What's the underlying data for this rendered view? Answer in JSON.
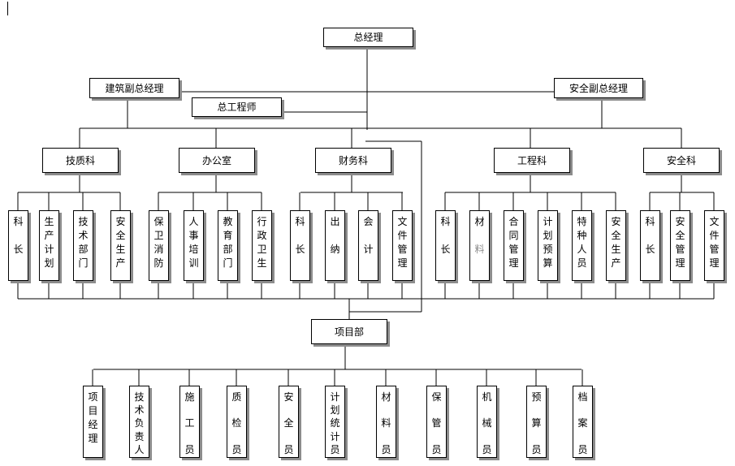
{
  "top": {
    "ceo": "总经理",
    "vp_construction": "建筑副总经理",
    "vp_safety": "安全副总经理",
    "chief_engineer": "总工程师"
  },
  "departments": [
    {
      "name": "技质科",
      "subs": [
        {
          "text": "科长",
          "spaced": true
        },
        {
          "text": "生产计划"
        },
        {
          "text": "技术部门"
        },
        {
          "text": "安全生产"
        }
      ]
    },
    {
      "name": "办公室",
      "subs": [
        {
          "text": "保卫消防"
        },
        {
          "text": "人事培训"
        },
        {
          "text": "教育部门"
        },
        {
          "text": "行政卫生"
        }
      ]
    },
    {
      "name": "财务科",
      "subs": [
        {
          "text": "科长",
          "spaced": true
        },
        {
          "text": "出纳",
          "spaced": true
        },
        {
          "text": "会计",
          "spaced": true
        },
        {
          "text": "文件管理"
        }
      ]
    },
    {
      "name": "工程科",
      "subs": [
        {
          "text": "科长",
          "spaced": true
        },
        {
          "text": "材料",
          "spaced": true,
          "faded_last": true
        },
        {
          "text": "合同管理"
        },
        {
          "text": "计划预算"
        },
        {
          "text": "特种人员"
        },
        {
          "text": "安全生产"
        }
      ]
    },
    {
      "name": "安全科",
      "subs": [
        {
          "text": "科长",
          "spaced": true
        },
        {
          "text": "安全管理"
        },
        {
          "text": "文件管理"
        }
      ]
    }
  ],
  "project": {
    "name": "项目部",
    "roles": [
      {
        "text": "项目经理"
      },
      {
        "text": "技术负责人"
      },
      {
        "text": "施工员",
        "spaced": true
      },
      {
        "text": "质检员",
        "spaced": true
      },
      {
        "text": "安全员",
        "spaced": true
      },
      {
        "text": "计划统计员"
      },
      {
        "text": "材料员",
        "spaced": true
      },
      {
        "text": "保管员",
        "spaced": true
      },
      {
        "text": "机械员",
        "spaced": true
      },
      {
        "text": "预算员",
        "spaced": true
      },
      {
        "text": "档案员",
        "spaced": true
      }
    ]
  }
}
